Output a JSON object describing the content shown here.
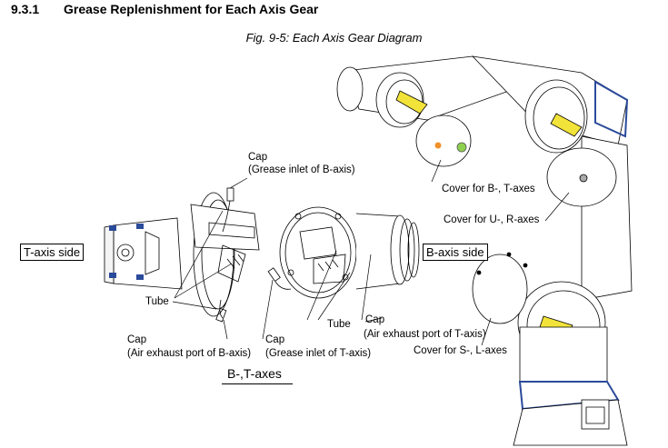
{
  "section": {
    "number": "9.3.1",
    "title": "Grease Replenishment for Each Axis Gear"
  },
  "figure": {
    "caption": "Fig. 9-5: Each Axis Gear Diagram"
  },
  "labels": {
    "cap_b_inlet": "Cap",
    "cap_b_inlet_desc": "(Grease inlet of B-axis)",
    "t_axis_side": "T-axis side",
    "b_axis_side": "B-axis side",
    "tube_left": "Tube",
    "tube_right": "Tube",
    "cap_b_exhaust": "Cap",
    "cap_b_exhaust_desc": "(Air exhaust port of B-axis)",
    "cap_t_inlet": "Cap",
    "cap_t_inlet_desc": "(Grease inlet of T-axis)",
    "cap_t_exhaust": "Cap",
    "cap_t_exhaust_desc": "(Air exhaust port of T-axis)",
    "cover_bt": "Cover for B-, T-axes",
    "cover_ur": "Cover for U-, R-axes",
    "cover_sl": "Cover for S-, L-axes",
    "subtitle": "B-,T-axes"
  },
  "colors": {
    "marker_yellow": "#f2e33a",
    "dot_orange": "#f0902a",
    "dot_green": "#8fd14f",
    "accent_blue": "#2a4a9a"
  }
}
